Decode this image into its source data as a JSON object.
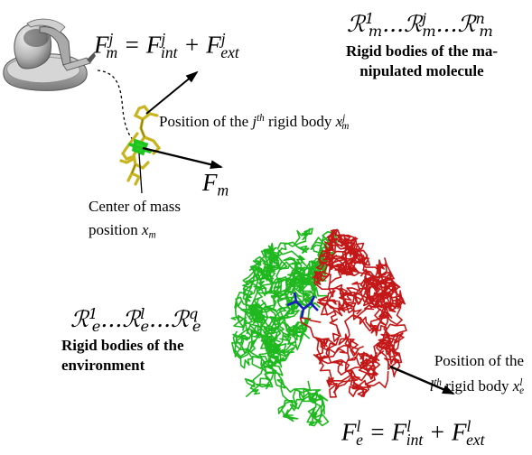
{
  "molecule_set": {
    "label_line1": "Rigid bodies of the ma-",
    "label_line2": "nipulated molecule"
  },
  "environment_set": {
    "label_line1": "Rigid bodies of the",
    "label_line2": "environment"
  },
  "haptic": {
    "position_text": "Position of the",
    "rigid_body_text": "rigid body"
  },
  "center": {
    "line1": "Center of mass",
    "line2": "position"
  },
  "environment_rigid": {
    "position_text": "Position of the",
    "rigid_body_text": "rigid body"
  },
  "colors": {
    "molecule_green": "#1fb81f",
    "molecule_red": "#c41818",
    "ligand_blue": "#1a1ac4",
    "manipulated_yellow": "#c8b41e",
    "device_gray": "#9a9a9a"
  },
  "icons": {
    "haptic_device": "haptic-device-icon",
    "protein": "protein-molecule-icon",
    "ligand": "ligand-molecule-icon"
  }
}
